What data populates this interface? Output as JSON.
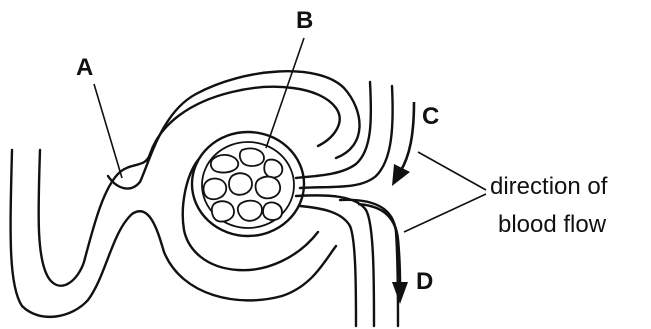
{
  "labels": {
    "a": "A",
    "b": "B",
    "c": "C",
    "d": "D",
    "flow_line1": "direction of",
    "flow_line2": "blood flow"
  }
}
